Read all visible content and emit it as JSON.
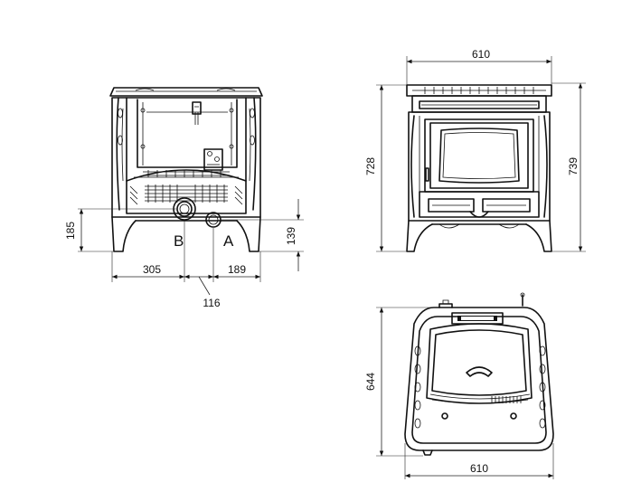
{
  "dimensions": {
    "front_top_width": "610",
    "front_height_left": "728",
    "front_height_right": "739",
    "back_height_185": "185",
    "back_height_139": "139",
    "back_305": "305",
    "back_189": "189",
    "back_116": "116",
    "top_depth": "644",
    "top_width": "610"
  },
  "labels": {
    "outlet_b": "B",
    "outlet_a": "A"
  }
}
